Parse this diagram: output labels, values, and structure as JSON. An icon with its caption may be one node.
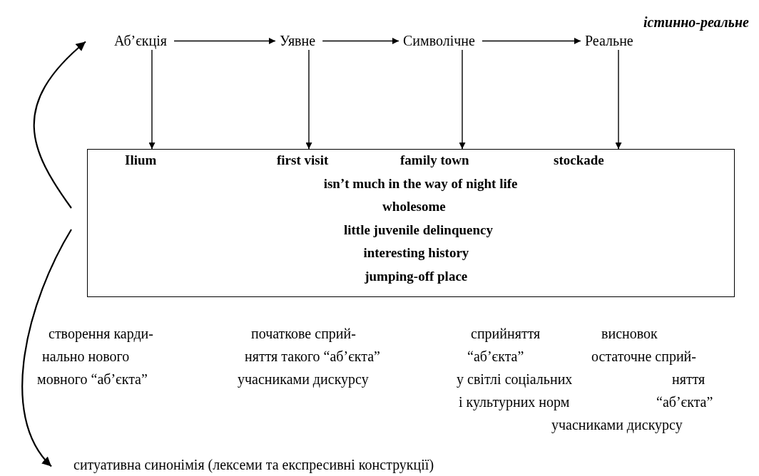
{
  "diagram": {
    "nodes": [
      {
        "text": [
          "Аб’єкція"
        ]
      },
      {
        "text": [
          "Уявне"
        ]
      },
      {
        "text": [
          "Символічне"
        ]
      },
      {
        "text": [
          "Реальне"
        ],
        "beside": [
          "істинно-реальне"
        ]
      },
      {
        "text": [
          "Ilium",
          "first visit",
          "family town",
          "stockade",
          "isn’t much in the way of night life",
          "wholesome",
          "little juvenile delinquency",
          "interesting history",
          "jumping-off place"
        ]
      },
      {
        "text": [
          "ситуативна синонімія (лексеми та експресивні конструкції)"
        ]
      }
    ],
    "edges": [
      {
        "from": 0,
        "to": 1,
        "arrow": "to"
      },
      {
        "from": 1,
        "to": 2,
        "arrow": "to"
      },
      {
        "from": 2,
        "to": 3,
        "arrow": "to"
      },
      {
        "from": 0,
        "to": 4,
        "arrow": "to"
      },
      {
        "from": 1,
        "to": 4,
        "arrow": "to"
      },
      {
        "from": 2,
        "to": 4,
        "arrow": "to"
      },
      {
        "from": 3,
        "to": 4,
        "arrow": "to"
      },
      {
        "from": 4,
        "to": 0,
        "arrow": "to"
      },
      {
        "from": 4,
        "to": 5,
        "arrow": "to"
      }
    ],
    "labels": [
      "створення карди-",
      "нально нового",
      "мовного “аб’єкта”",
      "початкове сприй-",
      "няття такого “аб’єкта”",
      "учасниками дискурсу",
      "сприйняття",
      "“аб’єкта”",
      "у світлі соціальних",
      "і культурних норм",
      "висновок",
      "остаточне сприй-",
      "няття",
      "“аб’єкта”",
      "учасниками дискурсу"
    ]
  }
}
